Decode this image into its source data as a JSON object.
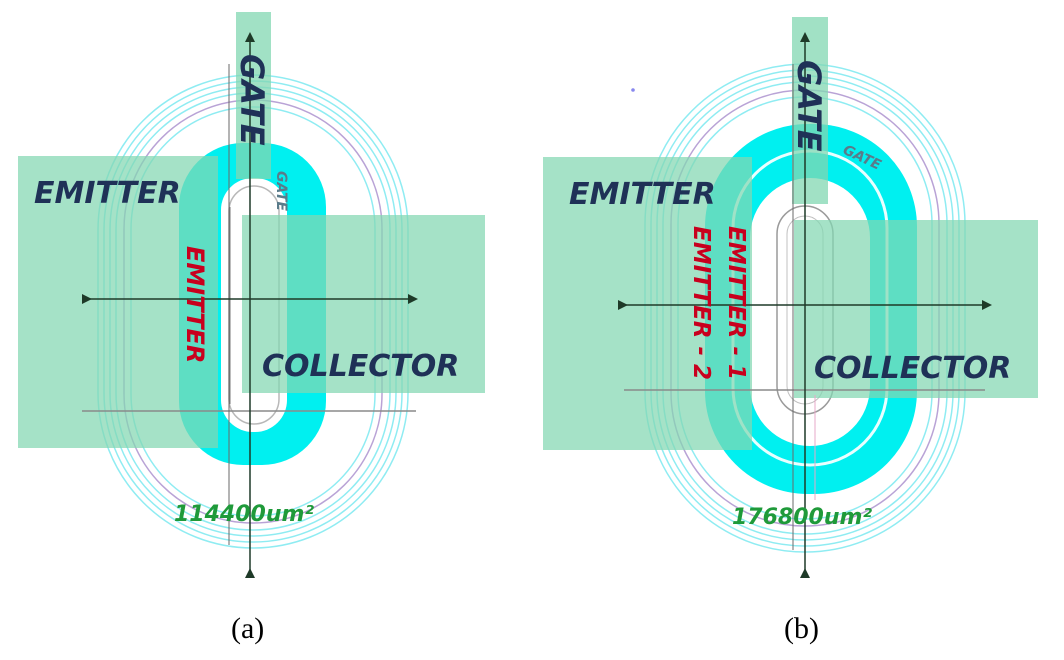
{
  "colors": {
    "pad": "#82d7b1",
    "cyan": "#00f0f0",
    "ring_line": "#7fe9f0",
    "axis": "#1e5a32",
    "label_dark": "#1f3157",
    "label_red": "#c8001e",
    "label_green": "#1f9a3a"
  },
  "panel_a": {
    "gate_label": "GATE",
    "gate_small_label": "GATE",
    "emitter_label": "EMITTER",
    "emitter_finger_label": "EMITTER",
    "collector_label": "COLLECTOR",
    "area_label": "114400um²",
    "caption": "(a)"
  },
  "panel_b": {
    "gate_label": "GATE",
    "gate_small_label": "GATE",
    "emitter_label": "EMITTER",
    "emitter1_label": "EMITTER - 1",
    "emitter2_label": "EMITTER - 2",
    "collector_label": "COLLECTOR",
    "area_label": "176800um²",
    "caption": "(b)"
  }
}
